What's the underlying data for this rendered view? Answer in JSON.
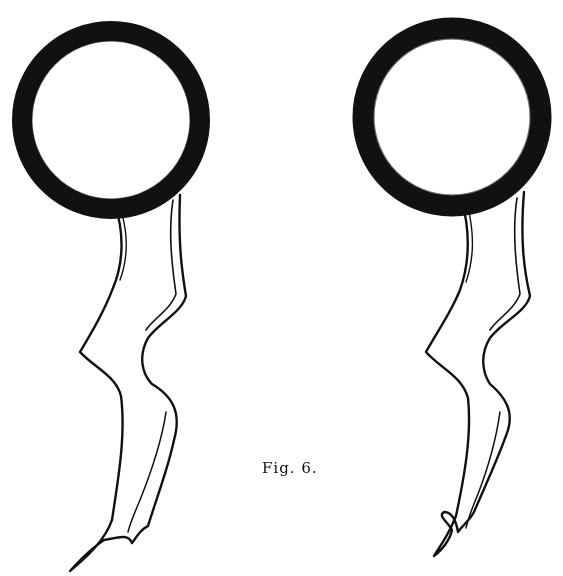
{
  "figure": {
    "caption": "Fig. 6.",
    "drawings": [
      {
        "name": "left-specimen",
        "parts": [
          "ring",
          "stalk"
        ]
      },
      {
        "name": "right-specimen",
        "parts": [
          "ring",
          "stalk"
        ]
      }
    ]
  },
  "colors": {
    "ink": "#111111",
    "paper": "#ffffff"
  }
}
